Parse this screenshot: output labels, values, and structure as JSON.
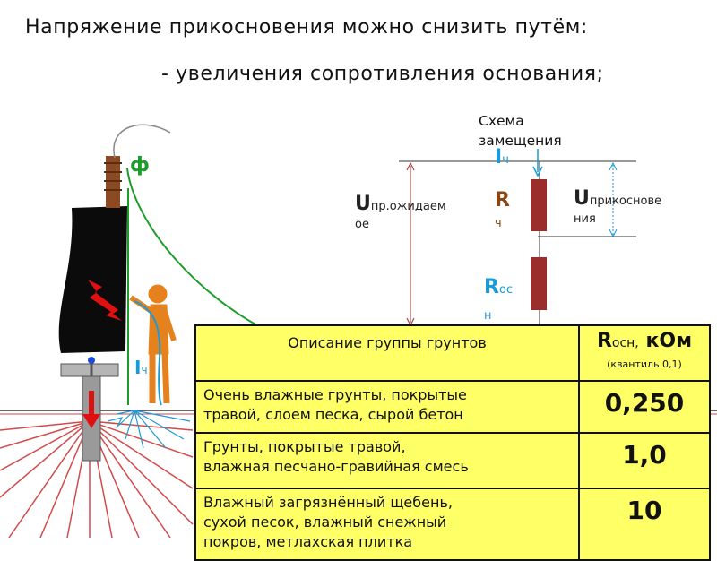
{
  "header": {
    "title": "Напряжение прикосновения можно снизить путём:",
    "subtitle": "-  увеличения сопротивления основания;"
  },
  "scheme": {
    "title_line1": "Схема",
    "title_line2": "замещения",
    "i_letter": "I",
    "i_sub": "ч",
    "r_letter": "R",
    "r_sub": "ч",
    "u_expected_letter": "U",
    "u_expected_sub_1": "пр.ожидаем",
    "u_expected_sub_2": "ое",
    "u_touch_letter": "U",
    "u_touch_sub_1": "прикоснове",
    "u_touch_sub_2": "ния",
    "r_base_letter": "R",
    "r_base_sub_1": "ос",
    "r_base_sub_2": "н"
  },
  "illustration": {
    "phase_label": "ф",
    "current_letter": "I",
    "current_sub": "ч"
  },
  "table": {
    "header_desc": "Описание группы грунтов",
    "header_r_letter": "R",
    "header_r_sub": "осн,",
    "header_r_unit": "кОм",
    "header_r_note": "(квантиль 0,1)",
    "rows": [
      {
        "desc_1": "Очень влажные грунты, покрытые",
        "desc_2": "травой, слоем песка, сырой бетон",
        "desc_3": "",
        "value": "0,250"
      },
      {
        "desc_1": "Грунты, покрытые травой,",
        "desc_2": "влажная песчано-гравийная смесь",
        "desc_3": "",
        "value": "1,0"
      },
      {
        "desc_1": "Влажный загрязнённый щебень,",
        "desc_2": "сухой песок, влажный снежный",
        "desc_3": "покров, метлахская плитка",
        "value": "10"
      }
    ]
  },
  "colors": {
    "table_fill": "#ffff66",
    "resistor": "#9b2d2d",
    "arrow_red": "#e01010",
    "person": "#e6821e",
    "current_blue": "#1a9ad6",
    "phase_green": "#1c9d2a"
  }
}
